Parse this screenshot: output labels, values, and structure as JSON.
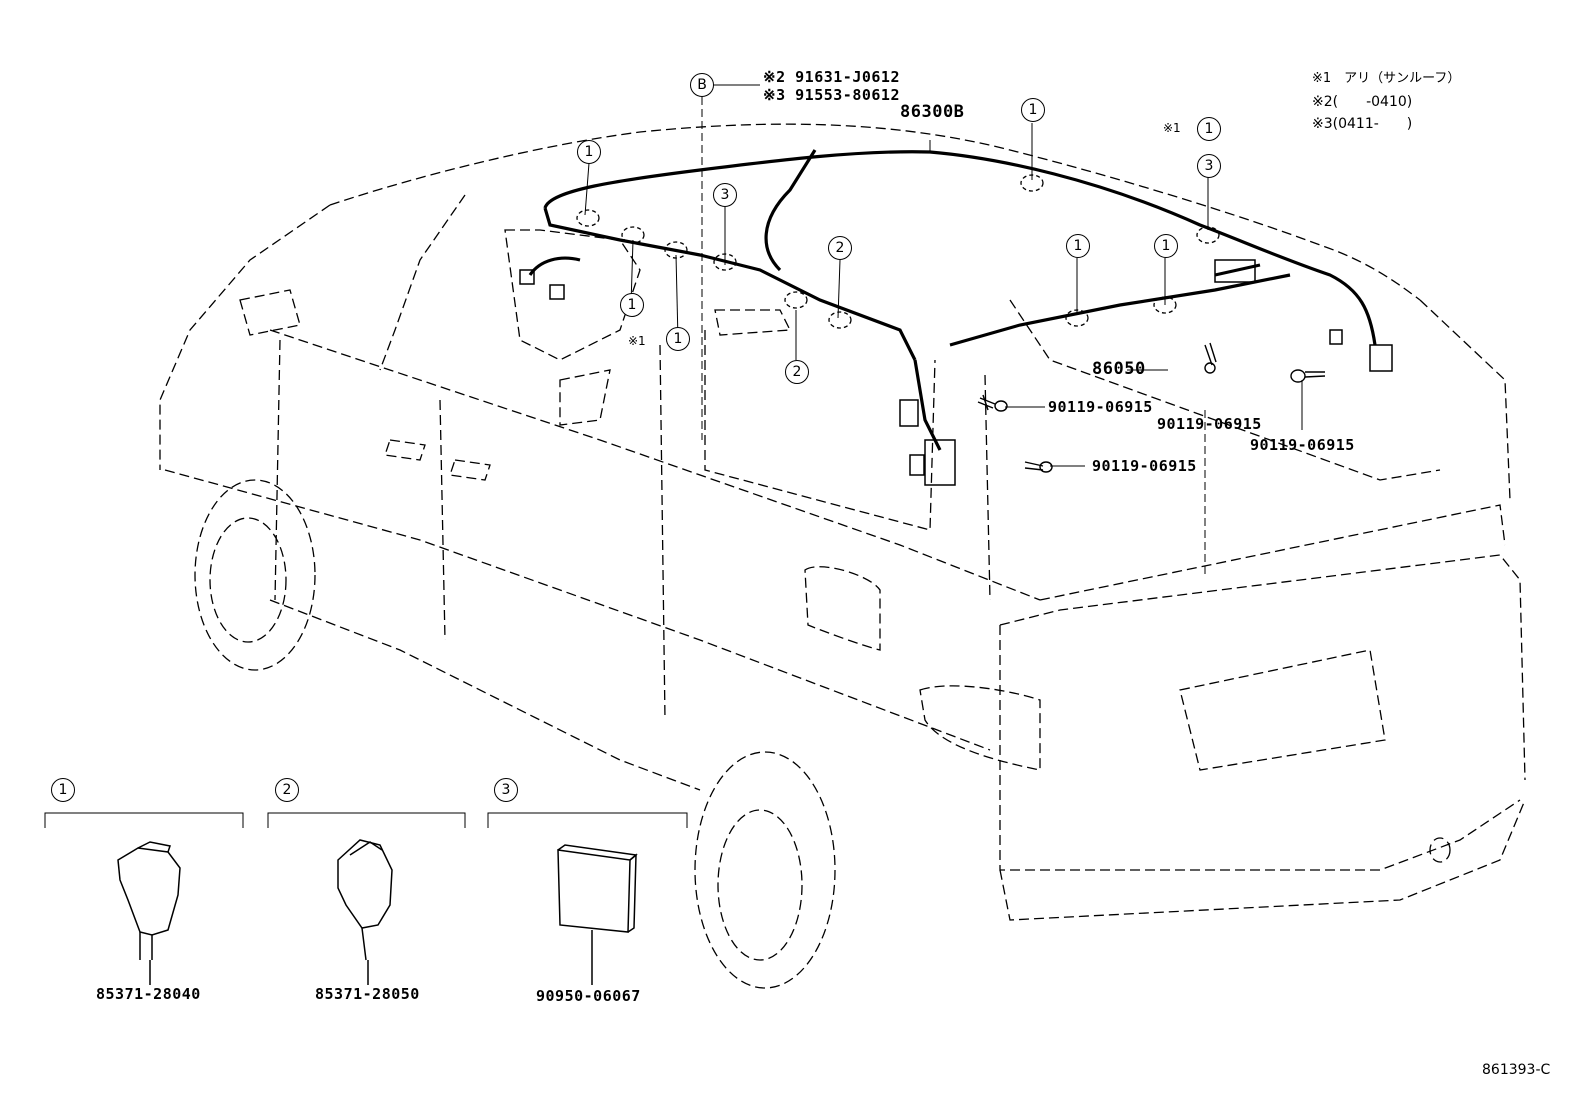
{
  "sunroof_legend": {
    "line1": "※1　アリ（サンルーフ）",
    "line2": "※2(　　-0410)",
    "line3": "※3(0411-　　)"
  },
  "clip_b": {
    "letter": "B",
    "part_a": "※2 91631-J0612",
    "part_b": "※3 91553-80612"
  },
  "callout_numbers": {
    "one": "1",
    "two": "2",
    "three": "3"
  },
  "note_mark": "※1",
  "wire_parts": {
    "harness_main": "86300B",
    "harness_rear": "86050",
    "bolt": "90119-06915"
  },
  "detail_panels": [
    {
      "number": "1",
      "part": "85371-28040"
    },
    {
      "number": "2",
      "part": "85371-28050"
    },
    {
      "number": "3",
      "part": "90950-06067"
    }
  ],
  "figure_ref": "861393-C"
}
